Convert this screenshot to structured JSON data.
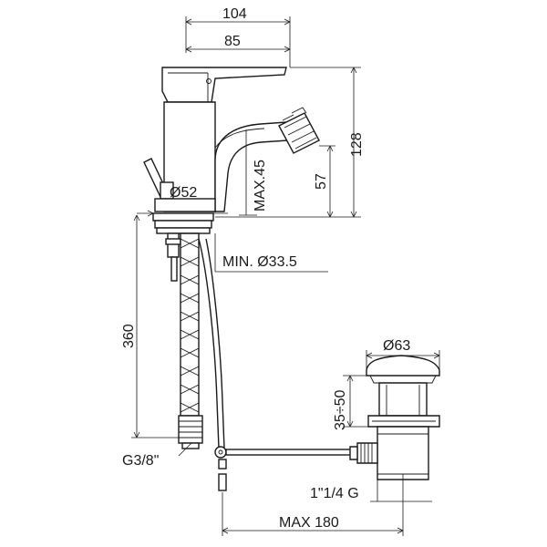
{
  "labels": {
    "width_overall": "104",
    "width_spout": "85",
    "height_overall": "128",
    "height_spout": "57",
    "max_thickness": "MAX.45",
    "base_diameter": "Ø52",
    "hole_diameter": "MIN. Ø33.5",
    "hose_length": "360",
    "hose_thread": "G3/8\"",
    "drain_diameter": "Ø63",
    "drain_range": "35÷50",
    "drain_thread": "1\"1/4 G",
    "max_rod": "MAX 180"
  },
  "colors": {
    "line": "#1a1a1a",
    "background": "#ffffff"
  },
  "icons": [
    "mixer-tap-drawing",
    "flexible-hose-drawing",
    "pop-up-waste-drawing"
  ]
}
